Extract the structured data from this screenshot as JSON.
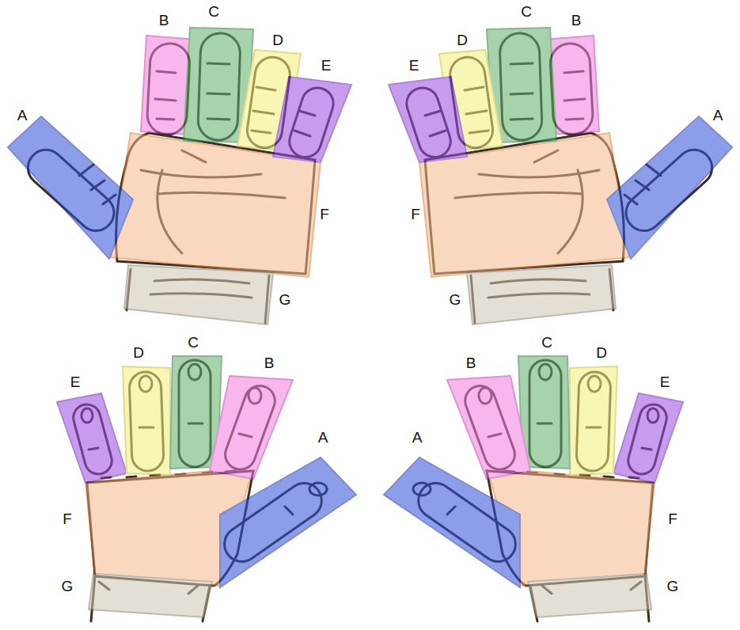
{
  "diagram": {
    "labels": [
      "A",
      "B",
      "C",
      "D",
      "E",
      "F",
      "G",
      "A",
      "B",
      "C",
      "D",
      "E",
      "F",
      "G",
      "A",
      "B",
      "C",
      "D",
      "E",
      "F",
      "G",
      "A",
      "B",
      "C",
      "D",
      "E",
      "F",
      "G"
    ]
  }
}
